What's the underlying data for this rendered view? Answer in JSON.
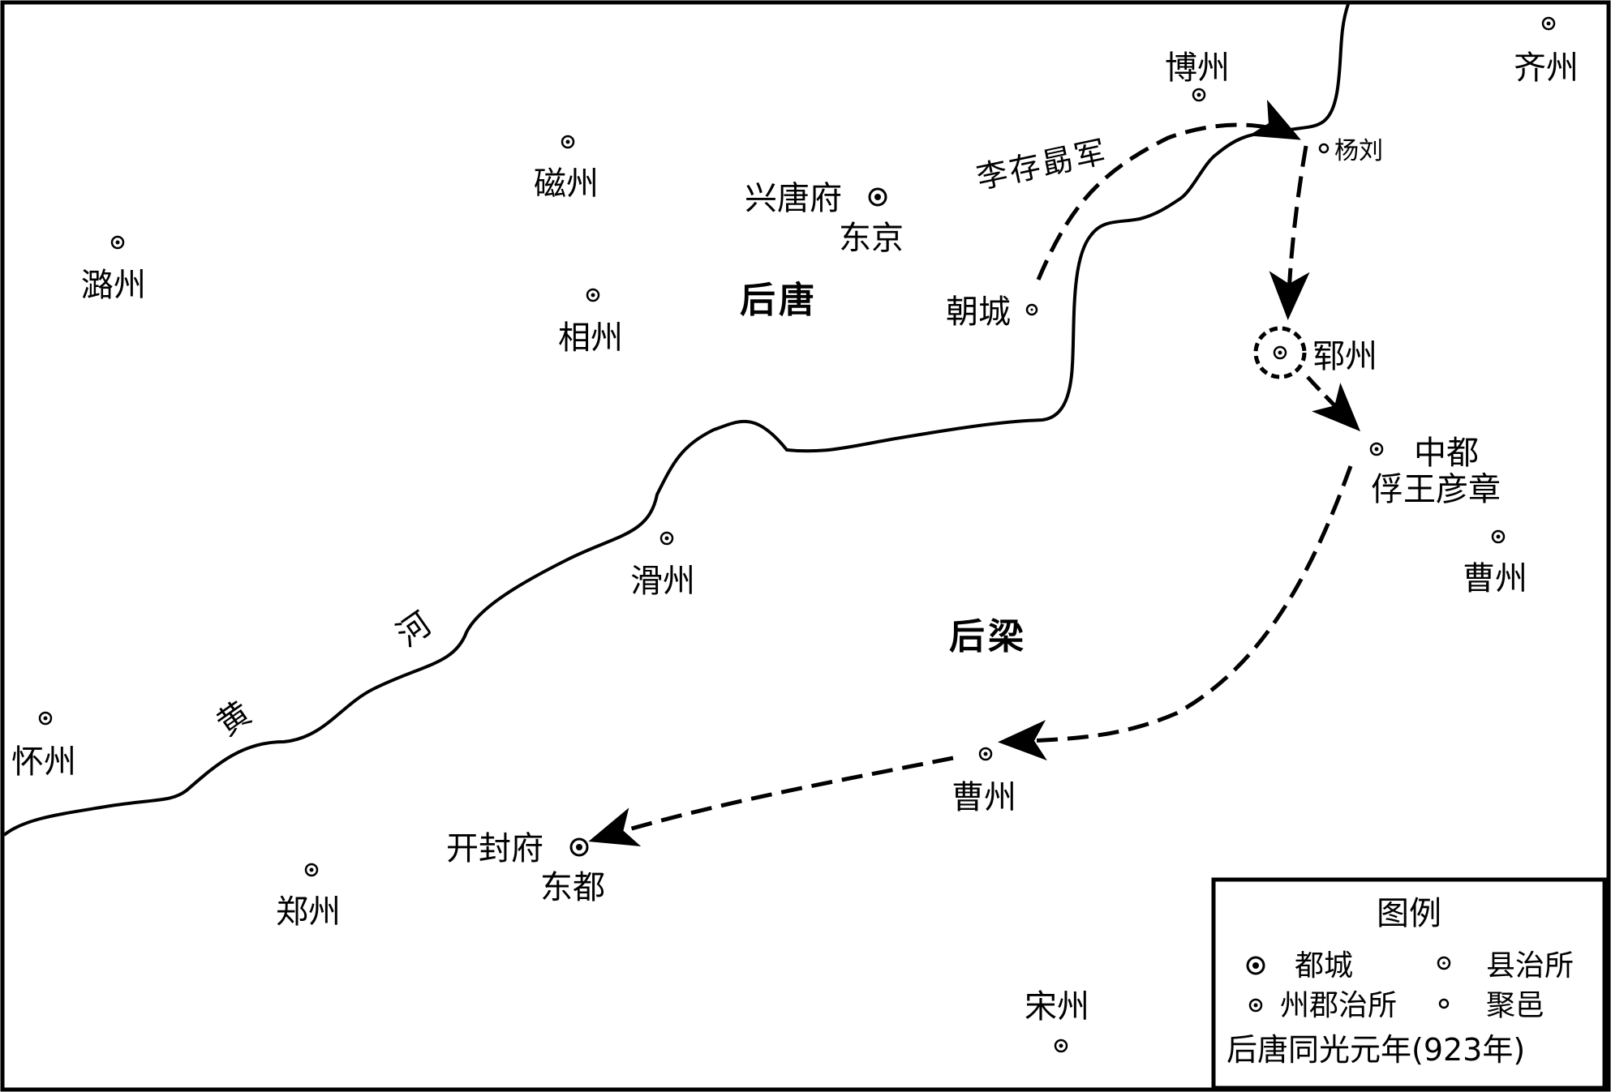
{
  "map": {
    "regions": {
      "later_tang": "后唐",
      "later_liang": "后梁"
    },
    "river": {
      "char1": "黄",
      "char2": "河"
    },
    "army_label": "李存勗军",
    "places": {
      "bozhou": "博州",
      "qizhou": "齐州",
      "yangliu": "杨刘",
      "cizhou": "磁州",
      "xingtangfu": "兴唐府",
      "dongjing": "东京",
      "luzhou": "潞州",
      "xiangzhou": "相州",
      "chaocheng": "朝城",
      "yunzhou": "郓州",
      "zhongdu": "中都",
      "capture_note": "俘王彦章",
      "caozhou_east": "曹州",
      "huazhou": "滑州",
      "huaizhou": "怀州",
      "caozhou": "曹州",
      "kaifengfu": "开封府",
      "dongdu": "东都",
      "zhengzhou": "郑州",
      "songzhou": "宋州"
    },
    "legend": {
      "title": "图例",
      "capital": "都城",
      "county_seat": "县治所",
      "prefecture_seat": "州郡治所",
      "town": "聚邑",
      "caption": "后唐同光元年(923年)"
    }
  }
}
